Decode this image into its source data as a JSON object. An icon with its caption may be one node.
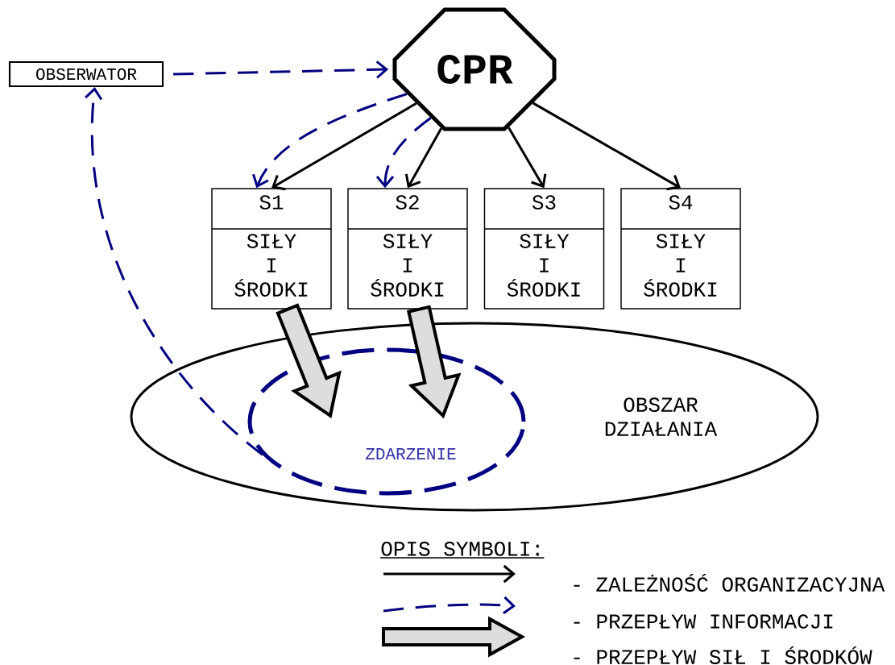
{
  "diagram": {
    "nodes": [
      {
        "text": [
          "OBSERWATOR"
        ]
      },
      {
        "text": [
          "CPR"
        ]
      },
      {
        "text": [
          "S1",
          "SIŁY I ŚRODKI"
        ]
      },
      {
        "text": [
          "S2",
          "SIŁY I ŚRODKI"
        ]
      },
      {
        "text": [
          "S3",
          "SIŁY I ŚRODKI"
        ]
      },
      {
        "text": [
          "S4",
          "SIŁY I ŚRODKI"
        ]
      },
      {
        "text": [
          "OBSZAR DZIAŁANIA"
        ]
      },
      {
        "text": [
          "ZDARZENIE"
        ],
        "in": 6
      }
    ],
    "edges": [
      {
        "from": 0,
        "to": 1,
        "arrow": "to",
        "style": "dashed",
        "color": "#000080"
      },
      {
        "from": 1,
        "to": 2,
        "arrow": "to",
        "color": "#000000"
      },
      {
        "from": 1,
        "to": 3,
        "arrow": "to",
        "color": "#000000"
      },
      {
        "from": 1,
        "to": 4,
        "arrow": "to",
        "color": "#000000"
      },
      {
        "from": 1,
        "to": 5,
        "arrow": "to",
        "color": "#000000"
      },
      {
        "from": 1,
        "to": 2,
        "arrow": "to",
        "style": "dashed",
        "color": "#000080"
      },
      {
        "from": 1,
        "to": 3,
        "arrow": "to",
        "style": "dashed",
        "color": "#000080"
      },
      {
        "from": 7,
        "to": 0,
        "arrow": "to",
        "style": "dashed",
        "color": "#000080"
      },
      {
        "from": 2,
        "to": 7,
        "arrow": "to",
        "style": "thick",
        "color": "#000000"
      },
      {
        "from": 3,
        "to": 7,
        "arrow": "to",
        "style": "thick",
        "color": "#000000"
      }
    ],
    "labels": [
      "OPIS SYMBOLI:"
    ],
    "legend": [
      {
        "text": "- ZALEŻNOŚĆ ORGANIZACYJNA"
      },
      {
        "text": "- PRZEPŁYW INFORMACJI"
      },
      {
        "text": "- PRZEPŁYW SIŁ I ŚRODKÓW"
      }
    ]
  }
}
